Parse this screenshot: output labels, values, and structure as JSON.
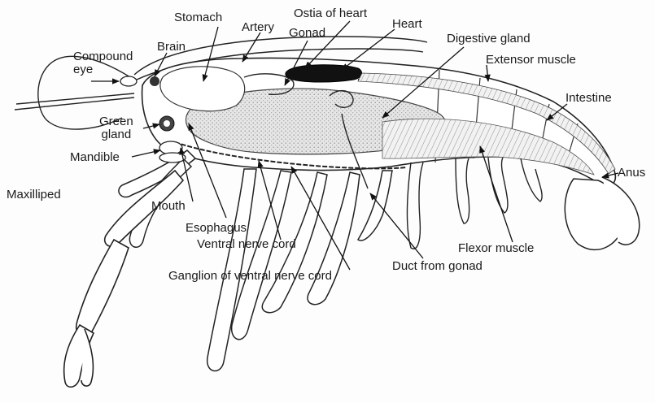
{
  "diagram": {
    "labels": {
      "stomach": "Stomach",
      "artery": "Artery",
      "ostia_of_heart": "Ostia of heart",
      "gonad": "Gonad",
      "heart": "Heart",
      "digestive_gland": "Digestive gland",
      "brain": "Brain",
      "compound_eye_1": "Compound",
      "compound_eye_2": "eye",
      "extensor_muscle": "Extensor muscle",
      "intestine": "Intestine",
      "green_gland_1": "Green",
      "green_gland_2": "gland",
      "mandible": "Mandible",
      "anus": "Anus",
      "maxilliped": "Maxilliped",
      "mouth": "Mouth",
      "esophagus": "Esophagus",
      "ventral_nerve_cord": "Ventral nerve cord",
      "flexor_muscle": "Flexor muscle",
      "duct_from_gonad": "Duct from gonad",
      "ganglion_of_ventral_nerve_cord": "Ganglion of ventral nerve cord"
    }
  }
}
